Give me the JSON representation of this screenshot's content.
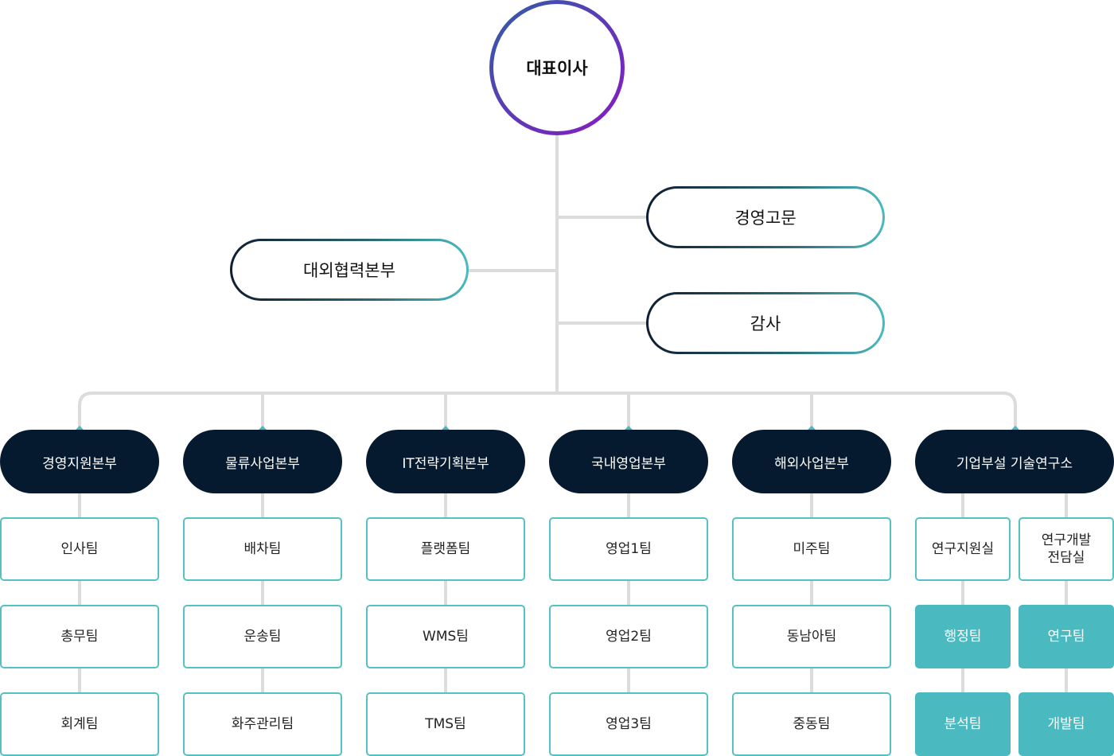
{
  "ceo": "대표이사",
  "staff": {
    "advisor": "경영고문",
    "audit": "감사",
    "external": "대외협력본부"
  },
  "divisions": [
    {
      "name": "경영지원본부",
      "teams": [
        "인사팀",
        "총무팀",
        "회계팀"
      ]
    },
    {
      "name": "물류사업본부",
      "teams": [
        "배차팀",
        "운송팀",
        "화주관리팀"
      ]
    },
    {
      "name": "IT전략기획본부",
      "teams": [
        "플랫폼팀",
        "WMS팀",
        "TMS팀"
      ]
    },
    {
      "name": "국내영업본부",
      "teams": [
        "영업1팀",
        "영업2팀",
        "영업3팀"
      ]
    },
    {
      "name": "해외사업본부",
      "teams": [
        "미주팀",
        "동남아팀",
        "중동팀"
      ]
    },
    {
      "name": "기업부설 기술연구소",
      "left": [
        "연구지원실",
        "행정팀",
        "분석팀"
      ],
      "right": [
        "연구개발\n전담실",
        "연구팀",
        "개발팀"
      ]
    }
  ],
  "colors": {
    "dept_bg": "#061a2f",
    "accent": "#4bbac0",
    "line": "#dcdcdc"
  }
}
